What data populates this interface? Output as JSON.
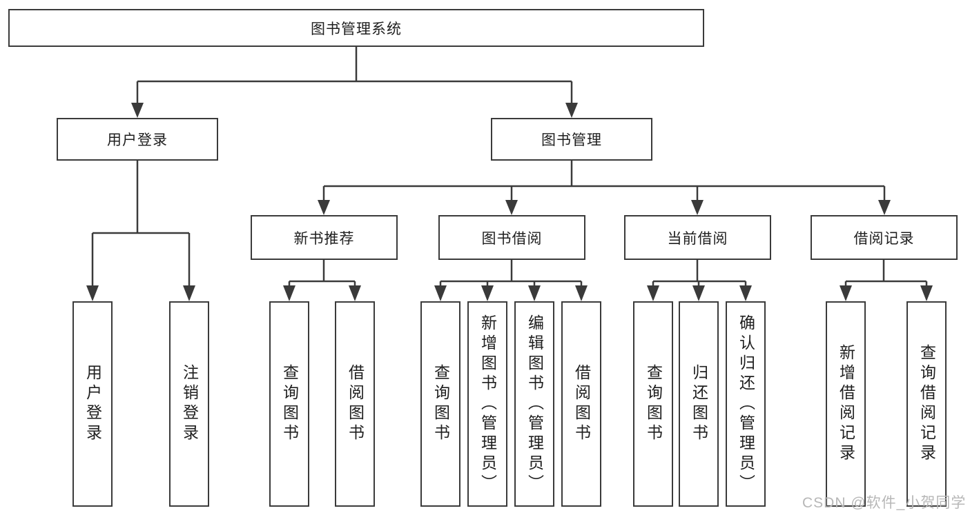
{
  "diagram_type": "hierarchy-tree",
  "colors": {
    "background": "#ffffff",
    "line": "#3a3a3a",
    "box_border": "#3a3a3a",
    "text": "#1e1e1e",
    "watermark": "#b7b7b7"
  },
  "watermark": {
    "text": "CSDN @软件_小贺同学"
  },
  "hierarchy": {
    "root": {
      "label": "图书管理系统",
      "children": [
        {
          "label": "用户登录",
          "children": [
            {
              "label": "用户登录"
            },
            {
              "label": "注销登录"
            }
          ]
        },
        {
          "label": "图书管理",
          "children": [
            {
              "label": "新书推荐",
              "children": [
                {
                  "label": "查询图书"
                },
                {
                  "label": "借阅图书"
                }
              ]
            },
            {
              "label": "图书借阅",
              "children": [
                {
                  "label": "查询图书"
                },
                {
                  "label": "新增图书（管理员）"
                },
                {
                  "label": "编辑图书（管理员）"
                },
                {
                  "label": "借阅图书"
                }
              ]
            },
            {
              "label": "当前借阅",
              "children": [
                {
                  "label": "查询图书"
                },
                {
                  "label": "归还图书"
                },
                {
                  "label": "确认归还（管理员）"
                }
              ]
            },
            {
              "label": "借阅记录",
              "children": [
                {
                  "label": "新增借阅记录"
                },
                {
                  "label": "查询借阅记录"
                }
              ]
            }
          ]
        }
      ]
    }
  }
}
